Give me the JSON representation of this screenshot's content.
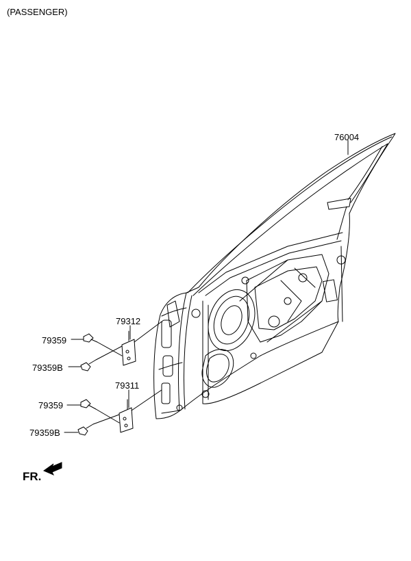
{
  "variant_label": "(PASSENGER)",
  "callouts": {
    "door_panel": "76004",
    "upper_hinge": "79312",
    "lower_hinge": "79311",
    "upper_bolt": "79359",
    "upper_bolt_b": "79359B",
    "lower_bolt": "79359",
    "lower_bolt_b": "79359B"
  },
  "direction": {
    "text": "FR.",
    "icon": "front-direction-arrow-icon"
  },
  "colors": {
    "line": "#000000",
    "background": "#ffffff"
  }
}
